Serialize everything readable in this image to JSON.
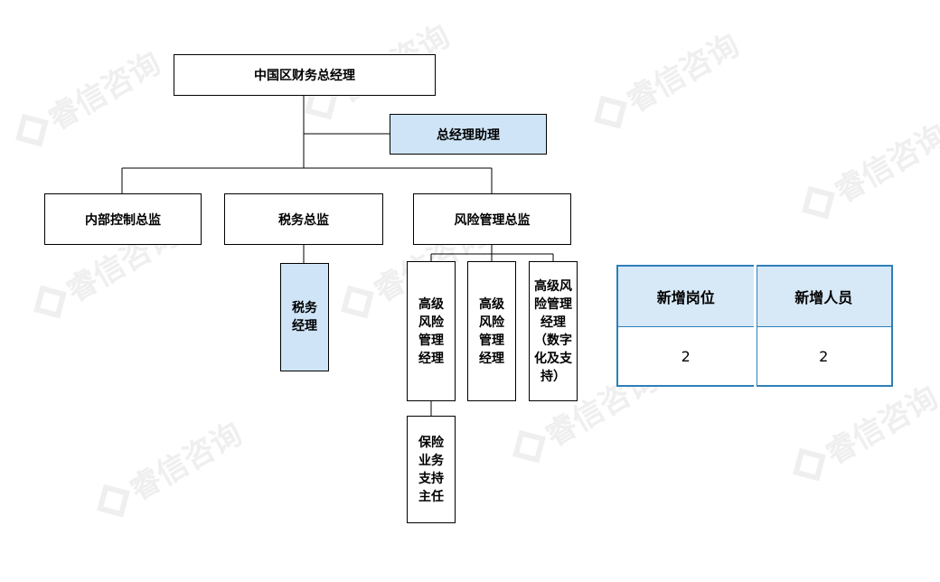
{
  "watermark": "睿信咨询",
  "org": {
    "cfo": "中国区财务总经理",
    "assistant": "总经理助理",
    "internal_control": "内部控制总监",
    "tax_director": "税务总监",
    "risk_director": "风险管理总监",
    "tax_manager": "税务经理",
    "risk_manager_1": "高级风险管理经理",
    "risk_manager_2": "高级风险管理经理",
    "risk_manager_digital": "高级风险管理经理（数字化及支持）",
    "insurance_supervisor": "保险业务支持主任"
  },
  "summary": {
    "headers": [
      "新增岗位",
      "新增人员"
    ],
    "values": [
      "2",
      "2"
    ]
  }
}
